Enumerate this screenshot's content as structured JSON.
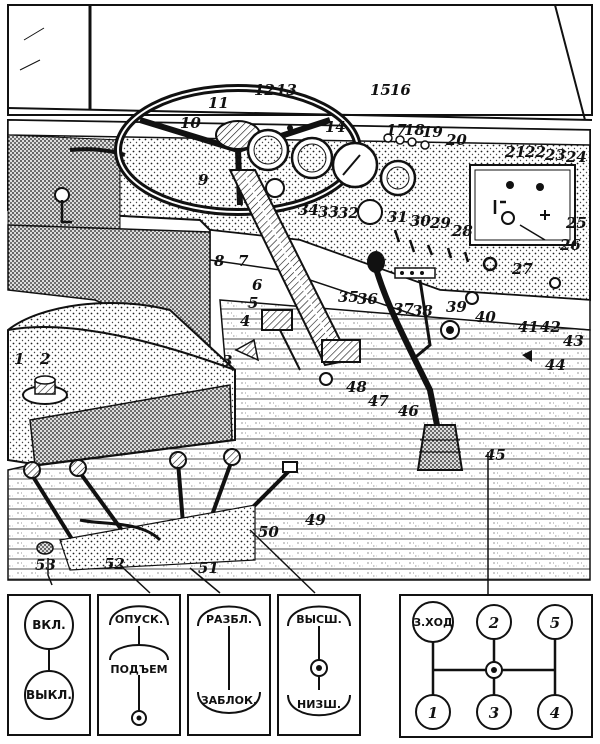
{
  "callouts": [
    "1",
    "2",
    "3",
    "4",
    "5",
    "6",
    "7",
    "8",
    "9",
    "10",
    "11",
    "12",
    "13",
    "14",
    "15",
    "16",
    "17",
    "18",
    "19",
    "20",
    "21",
    "22",
    "23",
    "24",
    "25",
    "26",
    "27",
    "28",
    "29",
    "30",
    "31",
    "32",
    "33",
    "34",
    "35",
    "36",
    "37",
    "38",
    "39",
    "40",
    "41",
    "42",
    "43",
    "44",
    "45",
    "46",
    "47",
    "48",
    "49",
    "50",
    "51",
    "52",
    "53"
  ],
  "panels": {
    "p53": {
      "top": "ВКЛ.",
      "bottom": "ВЫКЛ."
    },
    "p52": {
      "top": "ОПУСК.",
      "mid": "ПОДЪЕМ"
    },
    "p51": {
      "top": "РАЗБЛ.",
      "bottom": "ЗАБЛОК."
    },
    "p50": {
      "top": "ВЫСШ.",
      "bottom": "НИЗШ."
    },
    "p45": {
      "g_rev": "З.ХОД",
      "g2": "2",
      "g5": "5",
      "g1": "1",
      "g3": "3",
      "g4": "4"
    }
  },
  "colors": {
    "ink": "#111111",
    "paper": "#ffffff",
    "shade": "#555555"
  }
}
